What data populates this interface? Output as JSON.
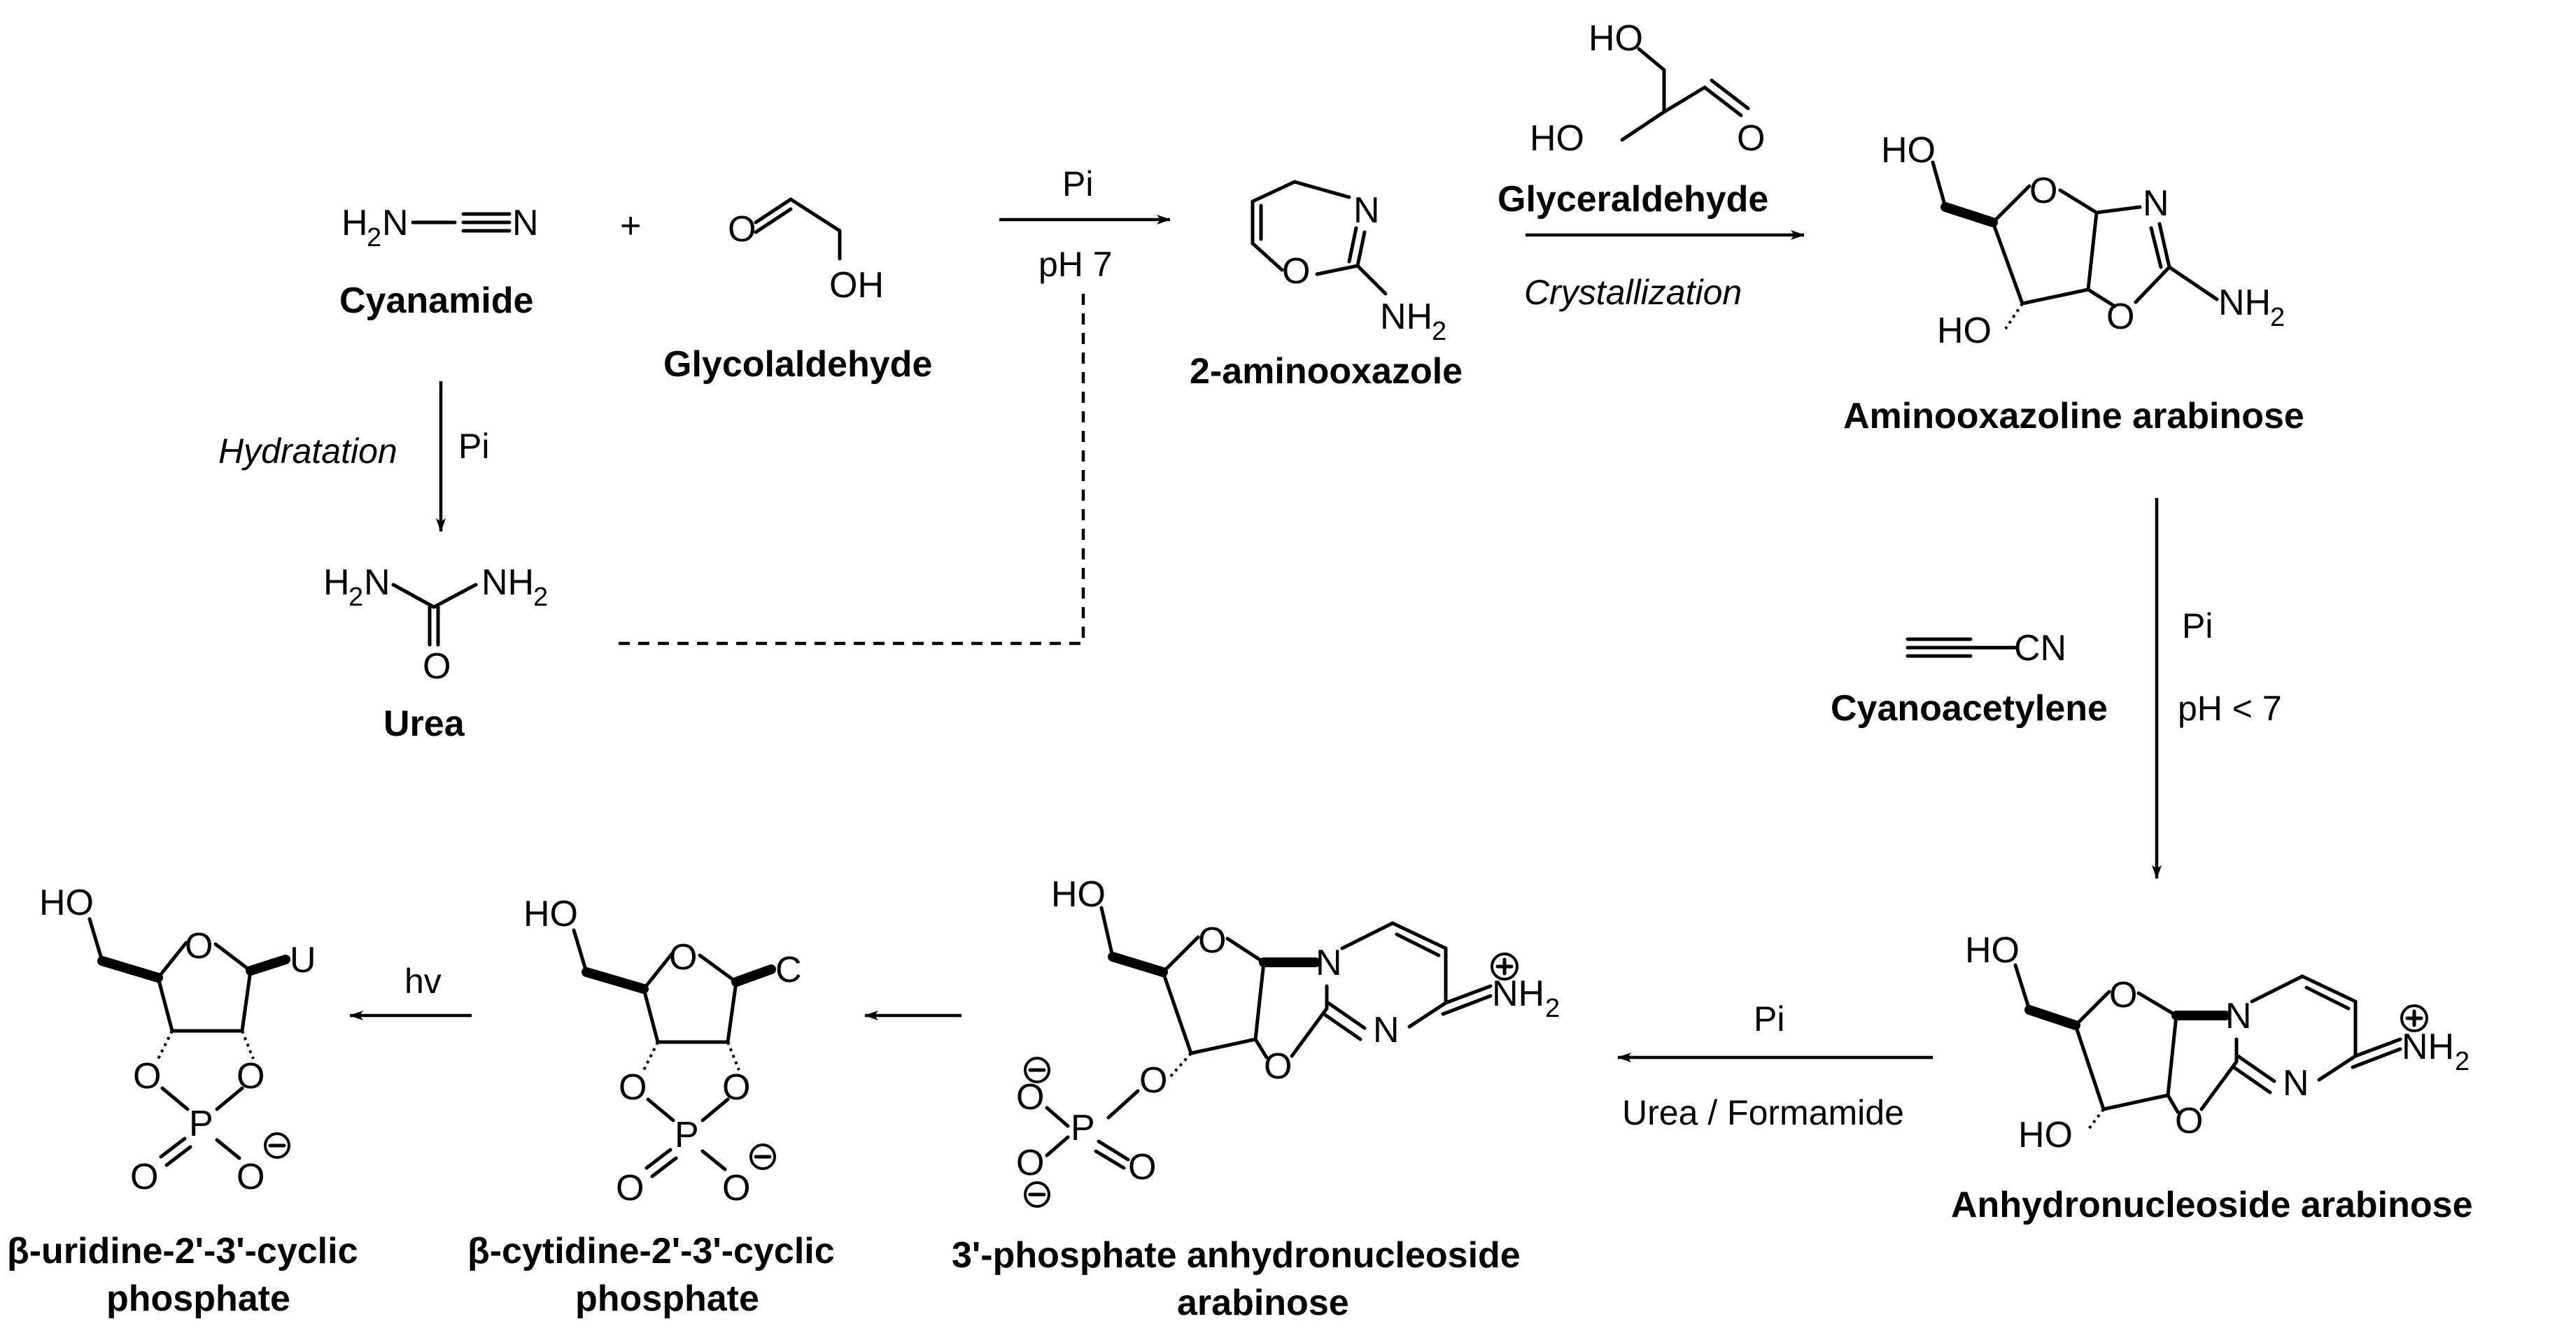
{
  "compounds": {
    "cyanamide": "Cyanamide",
    "glycolaldehyde": "Glycolaldehyde",
    "urea": "Urea",
    "aminooxazole": "2-aminooxazole",
    "glyceraldehyde": "Glyceraldehyde",
    "aminooxazoline": "Aminooxazoline arabinose",
    "cyanoacetylene": "Cyanoacetylene",
    "anhydronucleoside": "Anhydronucleoside arabinose",
    "phosphate_anhydro_1": "3'-phosphate anhydronucleoside",
    "phosphate_anhydro_2": "arabinose",
    "cytidine_1": "β-cytidine-2'-3'-cyclic",
    "cytidine_2": "phosphate",
    "uridine_1": "β-uridine-2'-3'-cyclic",
    "uridine_2": "phosphate"
  },
  "conditions": {
    "pi_1": "Pi",
    "ph7": "pH 7",
    "hydration": "Hydratation",
    "pi_2": "Pi",
    "crystallization": "Crystallization",
    "pi_3": "Pi",
    "ph_lt7": "pH < 7",
    "pi_4": "Pi",
    "urea_formamide": "Urea / Formamide",
    "hv": "hv"
  },
  "symbols": {
    "plus": "+",
    "U": "U",
    "C": "C"
  }
}
